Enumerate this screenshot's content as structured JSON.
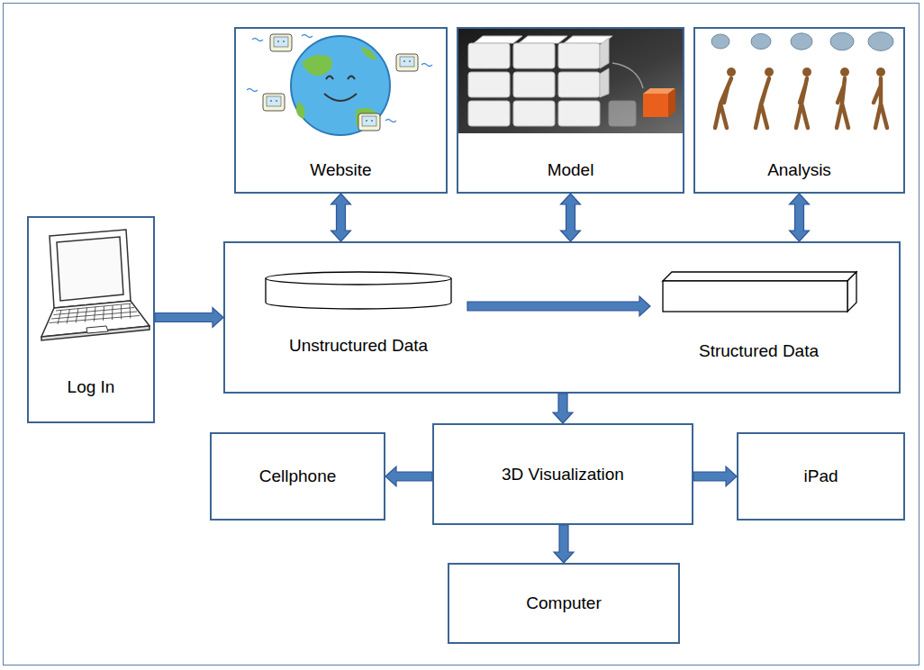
{
  "diagram": {
    "nodes": [
      {
        "text": [
          "Website"
        ]
      },
      {
        "text": [
          "Model"
        ]
      },
      {
        "text": [
          "Analysis"
        ]
      },
      {
        "text": [
          "Log In"
        ]
      },
      {
        "text": []
      },
      {
        "text": [
          "Unstructured Data"
        ],
        "in": 4
      },
      {
        "text": [
          "Structured Data"
        ],
        "in": 4
      },
      {
        "text": [
          "Cellphone"
        ]
      },
      {
        "text": [
          "3D Visualization"
        ]
      },
      {
        "text": [
          "iPad"
        ]
      },
      {
        "text": [
          "Computer"
        ]
      }
    ],
    "edges": [
      {
        "from": 0,
        "to": 4,
        "arrow": "both"
      },
      {
        "from": 1,
        "to": 4,
        "arrow": "both"
      },
      {
        "from": 2,
        "to": 4,
        "arrow": "both"
      },
      {
        "from": 3,
        "to": 4,
        "arrow": "to"
      },
      {
        "from": 5,
        "to": 6,
        "arrow": "to"
      },
      {
        "from": 4,
        "to": 8,
        "arrow": "to"
      },
      {
        "from": 8,
        "to": 7,
        "arrow": "to"
      },
      {
        "from": 8,
        "to": 9,
        "arrow": "to"
      },
      {
        "from": 8,
        "to": 10,
        "arrow": "to"
      }
    ]
  }
}
